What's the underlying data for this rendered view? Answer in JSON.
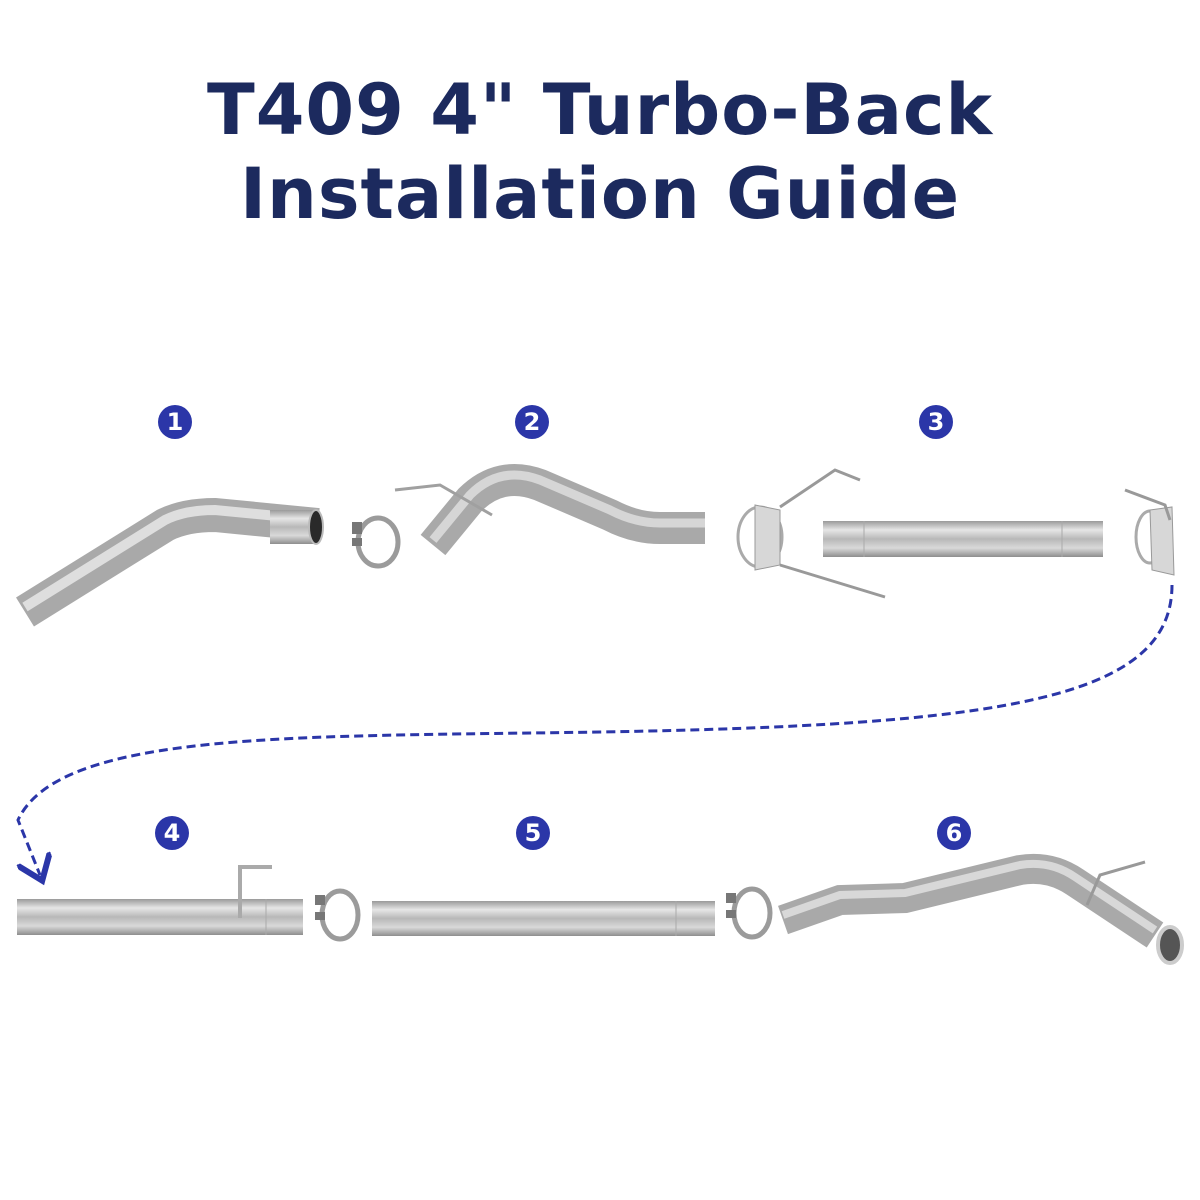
{
  "title": {
    "line1": "T409 4\" Turbo-Back",
    "line2": "Installation Guide",
    "color": "#1c2a5e"
  },
  "steps": [
    {
      "number": "1",
      "part": "bent-downpipe-section"
    },
    {
      "number": "2",
      "part": "s-bend-pipe-with-hanger"
    },
    {
      "number": "3",
      "part": "straight-pipe-with-u-bolt-hangers"
    },
    {
      "number": "4",
      "part": "straight-pipe-with-hanger"
    },
    {
      "number": "5",
      "part": "straight-pipe"
    },
    {
      "number": "6",
      "part": "tailpipe-with-hanger"
    }
  ],
  "accent_color": "#2b36a8",
  "connector": {
    "style": "dashed-arrow",
    "from_step": "3",
    "to_step": "4"
  }
}
